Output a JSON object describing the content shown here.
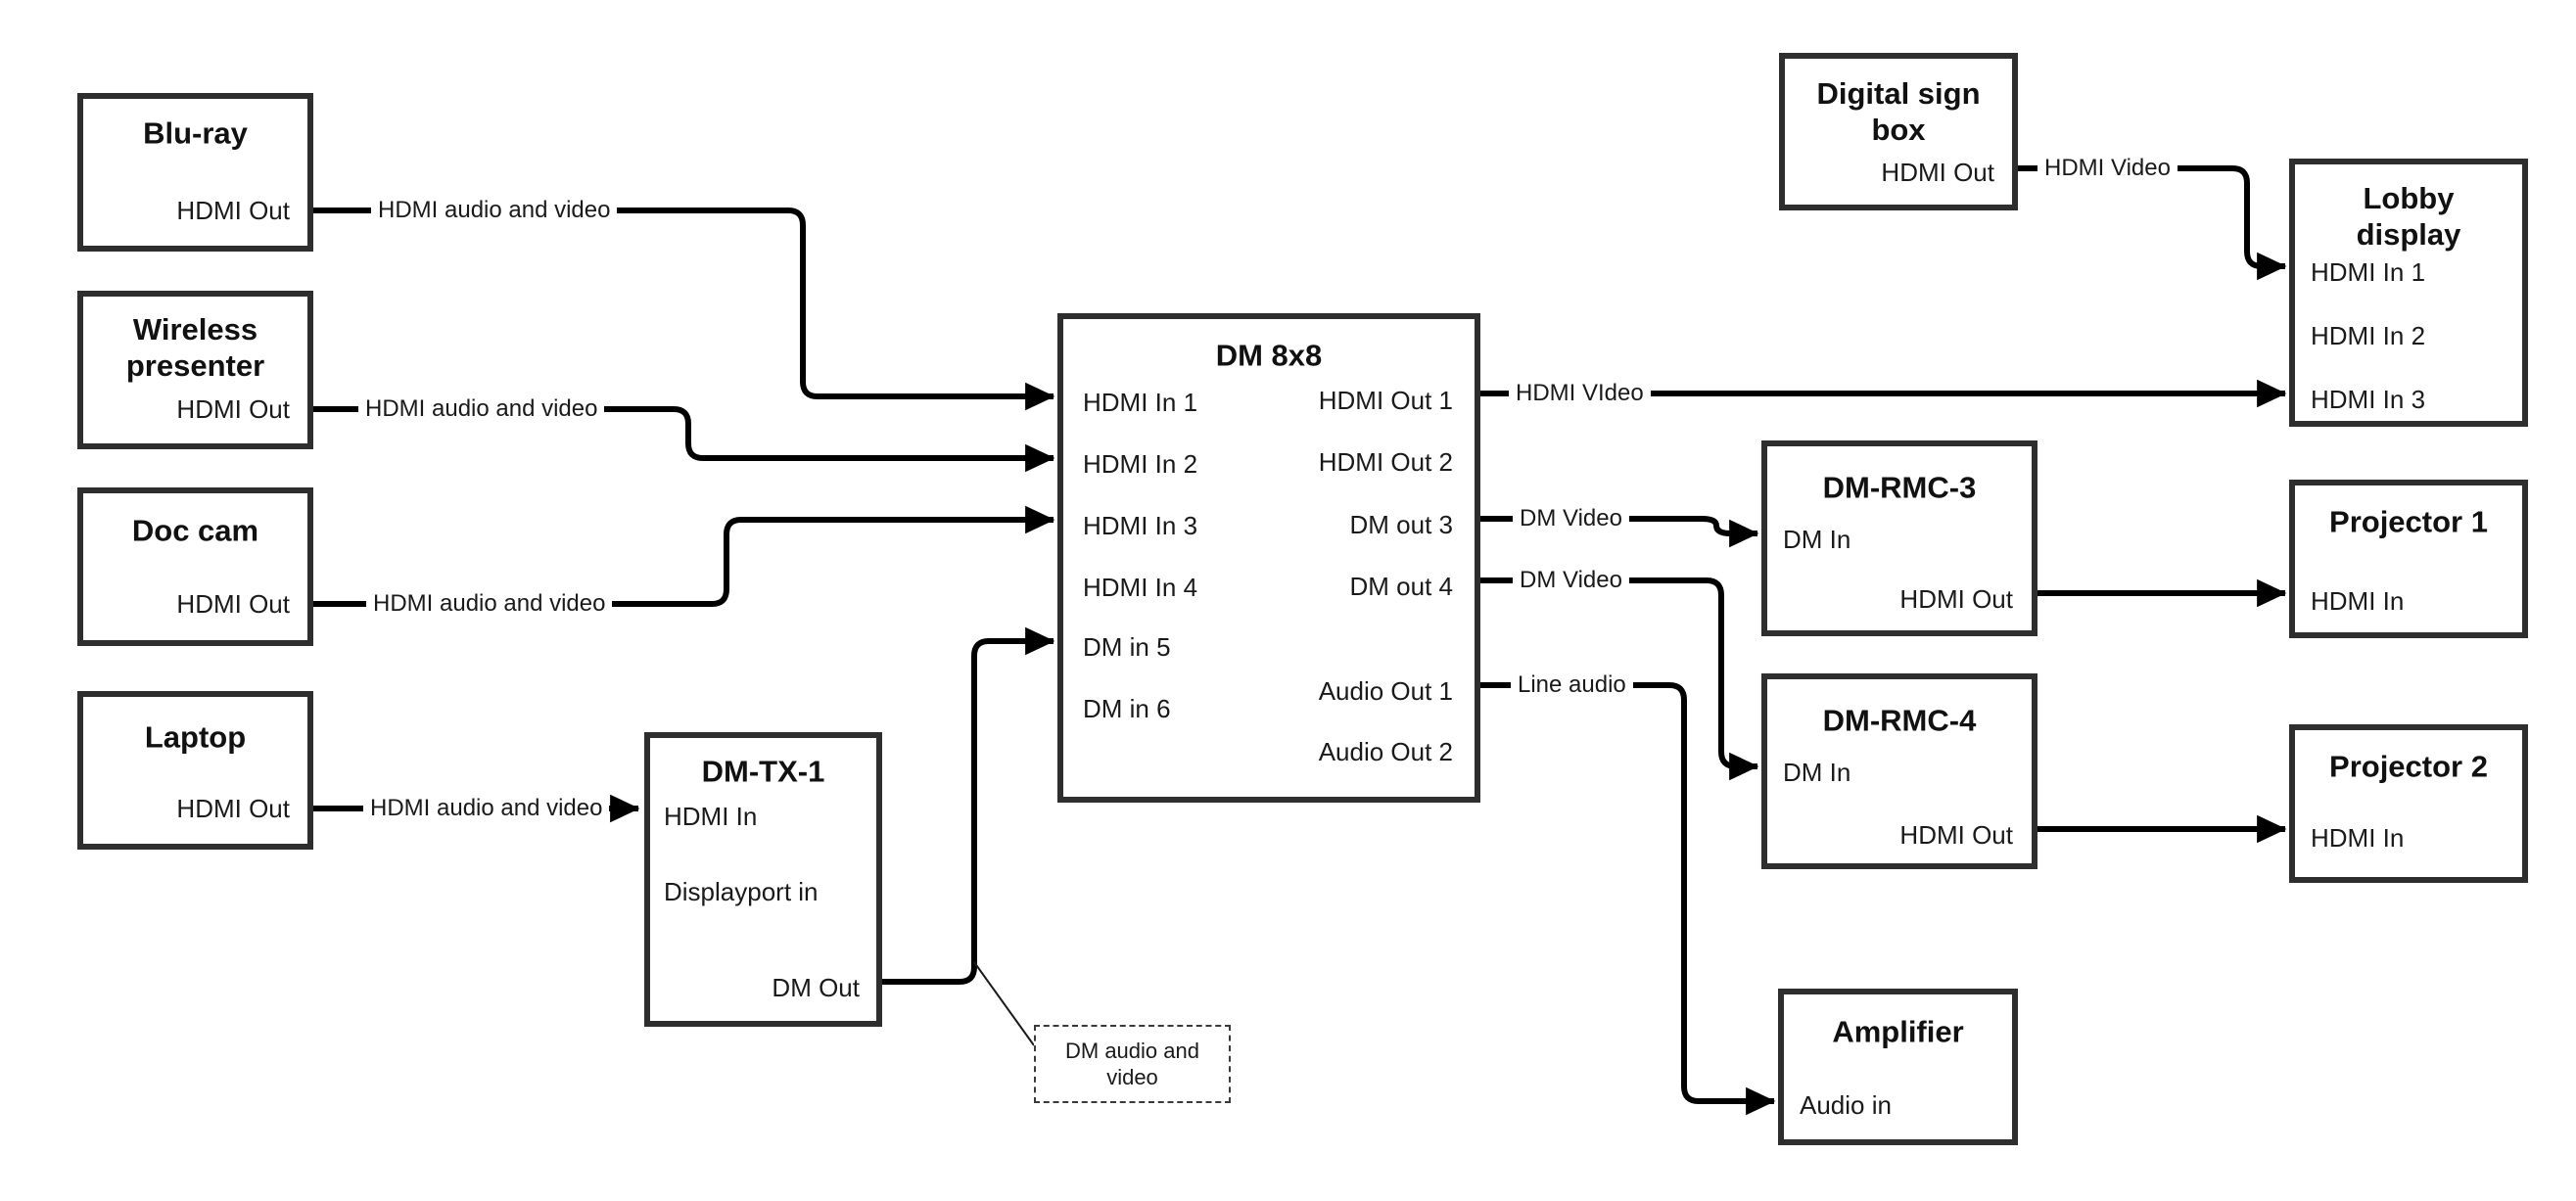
{
  "nodes": {
    "bluray": {
      "title": "Blu-ray",
      "ports": {
        "hdmi_out": "HDMI Out"
      }
    },
    "wireless": {
      "title": "Wireless presenter",
      "ports": {
        "hdmi_out": "HDMI Out"
      }
    },
    "doc_cam": {
      "title": "Doc cam",
      "ports": {
        "hdmi_out": "HDMI Out"
      }
    },
    "laptop": {
      "title": "Laptop",
      "ports": {
        "hdmi_out": "HDMI Out"
      }
    },
    "dm_tx_1": {
      "title": "DM-TX-1",
      "ports": {
        "hdmi_in": "HDMI In",
        "displayport_in": "Displayport in",
        "dm_out": "DM Out"
      }
    },
    "dm_8x8": {
      "title": "DM 8x8",
      "ports": {
        "hdmi_in_1": "HDMI In 1",
        "hdmi_in_2": "HDMI In 2",
        "hdmi_in_3": "HDMI In 3",
        "hdmi_in_4": "HDMI In 4",
        "dm_in_5": "DM in 5",
        "dm_in_6": "DM in 6",
        "hdmi_out_1": "HDMI Out 1",
        "hdmi_out_2": "HDMI Out 2",
        "dm_out_3": "DM out 3",
        "dm_out_4": "DM out 4",
        "audio_out_1": "Audio Out 1",
        "audio_out_2": "Audio Out 2"
      }
    },
    "digital_sign": {
      "title": "Digital sign box",
      "ports": {
        "hdmi_out": "HDMI Out"
      }
    },
    "lobby_display": {
      "title": "Lobby display",
      "ports": {
        "hdmi_in_1": "HDMI In 1",
        "hdmi_in_2": "HDMI In 2",
        "hdmi_in_3": "HDMI In 3"
      }
    },
    "dm_rmc_3": {
      "title": "DM-RMC-3",
      "ports": {
        "dm_in": "DM In",
        "hdmi_out": "HDMI Out"
      }
    },
    "projector_1": {
      "title": "Projector 1",
      "ports": {
        "hdmi_in": "HDMI In"
      }
    },
    "dm_rmc_4": {
      "title": "DM-RMC-4",
      "ports": {
        "dm_in": "DM In",
        "hdmi_out": "HDMI Out"
      }
    },
    "projector_2": {
      "title": "Projector 2",
      "ports": {
        "hdmi_in": "HDMI In"
      }
    },
    "amplifier": {
      "title": "Amplifier",
      "ports": {
        "audio_in": "Audio in"
      }
    }
  },
  "edge_labels": {
    "bluray_link": "HDMI audio and video",
    "wireless_link": "HDMI audio and video",
    "doc_cam_link": "HDMI audio and video",
    "laptop_link": "HDMI audio and video",
    "hdmi_out_1_link": "HDMI VIdeo",
    "dm_out_3_link": "DM Video",
    "dm_out_4_link": "DM Video",
    "audio_out_1_link": "Line audio",
    "digital_sign_link": "HDMI Video"
  },
  "annotation": {
    "dm_audio_video": "DM audio and video"
  },
  "colors": {
    "background": "#ffffff",
    "box_border": "#2e2e2e",
    "wire": "#000000",
    "text": "#1a1a1a"
  }
}
